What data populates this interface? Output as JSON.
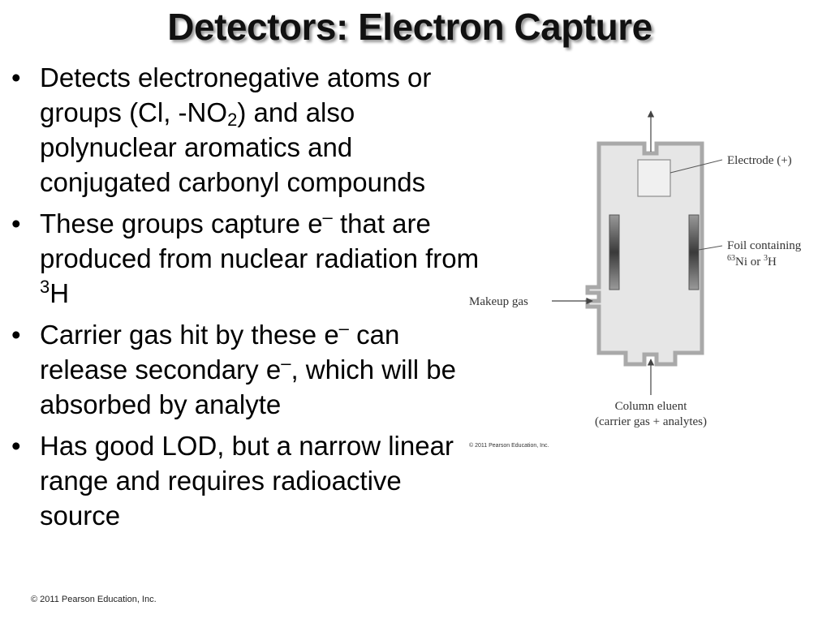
{
  "slide": {
    "title": "Detectors: Electron Capture",
    "bullet_marker": "•",
    "bullets": {
      "b1": {
        "text1": "Detects electronegative atoms or groups (Cl, -NO",
        "sub": "2",
        "text2": ") and also polynuclear aromatics and conjugated carbonyl compounds"
      },
      "b2": {
        "text1": "These groups capture e",
        "sup1": "–",
        "text2": " that are produced from nuclear radiation from ",
        "sup2": "3",
        "text3": "H"
      },
      "b3": {
        "text1": "Carrier gas hit by these e",
        "sup1": "–",
        "text2": " can release secondary e",
        "sup2": "–",
        "text3": ", which will be absorbed by analyte"
      },
      "b4": {
        "text1": "Has good LOD, but a narrow linear range and requires radioactive source"
      }
    },
    "footer": "© 2011 Pearson Education, Inc."
  },
  "diagram": {
    "electrode_label": "Electrode (+)",
    "foil_label_line1": "Foil containing",
    "foil_sup1": "63",
    "foil_text1": "Ni or ",
    "foil_sup2": "3",
    "foil_text2": "H",
    "makeup_label": "Makeup gas",
    "eluent_line1": "Column eluent",
    "eluent_line2": "(carrier gas + analytes)",
    "copyright": "© 2011 Pearson Education, Inc.",
    "colors": {
      "body_fill": "#e6e6e6",
      "outline": "#a9a9a9",
      "electrode_fill": "#f0f0f0"
    }
  }
}
